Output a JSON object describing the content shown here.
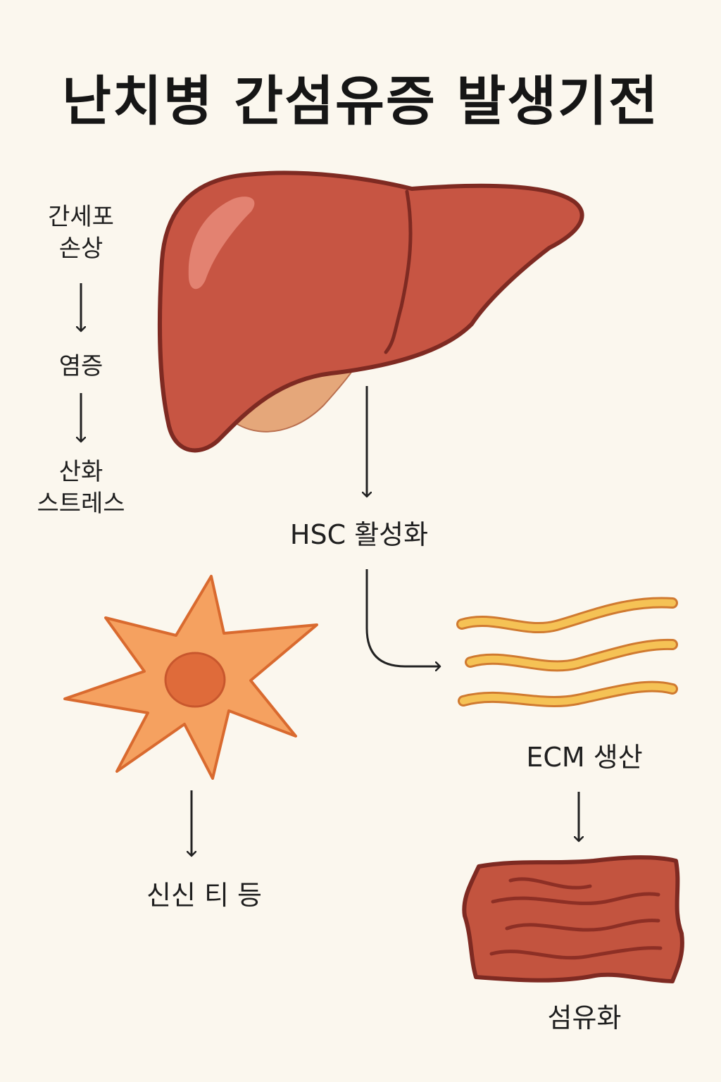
{
  "title": "난치병 간섬유증 발생기전",
  "left_flow": {
    "step1": [
      "간세포",
      "손상"
    ],
    "step2": "염증",
    "step3": [
      "산화",
      "스트레스"
    ]
  },
  "center": {
    "hsc_label": "HSC 활성화"
  },
  "right": {
    "ecm_label": "ECM 생산",
    "fibrosis_label": "섬유화"
  },
  "bottom_left": {
    "label": "신신 티 등"
  },
  "colors": {
    "background": "#fbf7ee",
    "liver": "#c75543",
    "liver_outline": "#7e2a22",
    "liver_highlight": "#e68777",
    "gallbladder": "#e5a77a",
    "stellate_cell": "#f5a160",
    "stellate_outline": "#d96a2f",
    "nucleus": "#df6b3a",
    "ecm_fiber": "#f5c255",
    "ecm_outline": "#d07a30",
    "fibrotic_tissue": "#c3543f",
    "arrow": "#222222"
  },
  "icons": {
    "liver": "liver-icon",
    "stellate_cell": "stellate-cell-icon",
    "ecm": "ecm-fibers-icon",
    "fibrosis": "fibrotic-tissue-icon"
  }
}
